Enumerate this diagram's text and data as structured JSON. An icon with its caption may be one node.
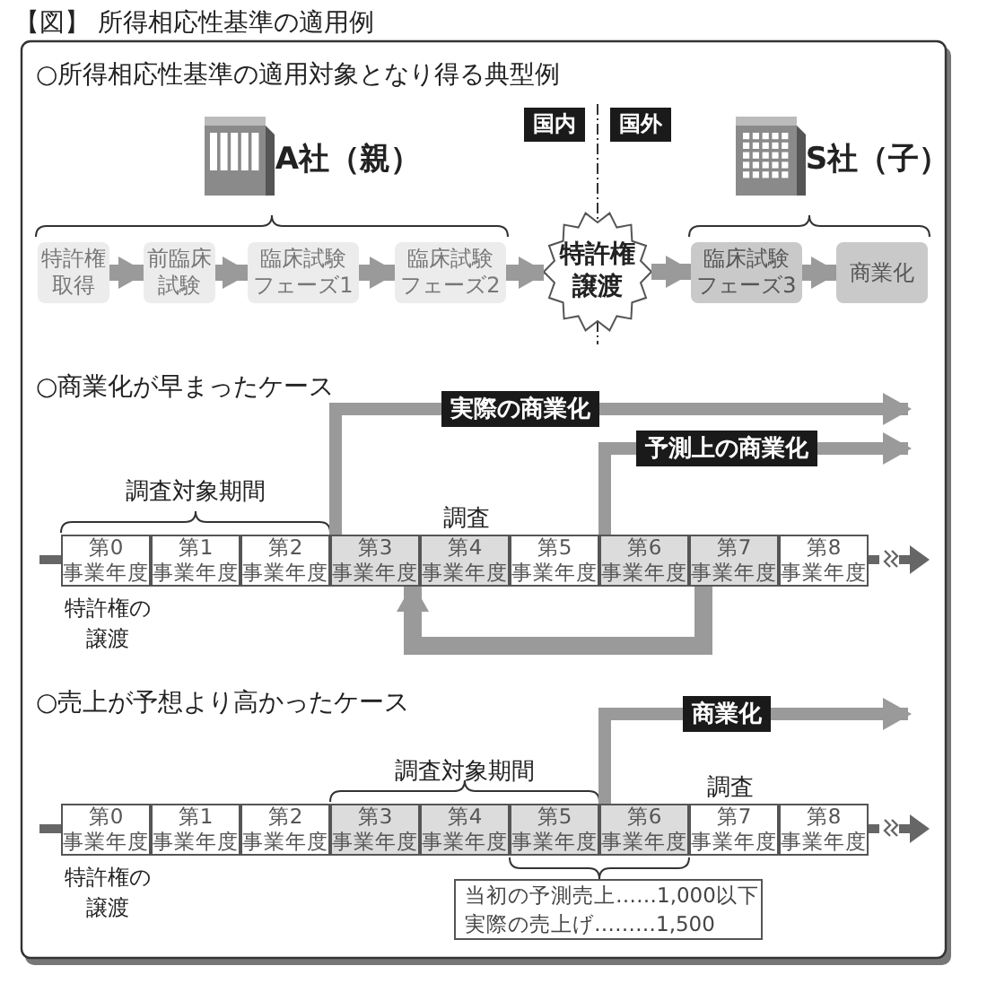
{
  "diagram": {
    "title": "【図】 所得相応性基準の適用例",
    "nodes": [
      {
        "text": [
          "A社（親）"
        ]
      },
      {
        "text": [
          "S社（子）"
        ]
      },
      {
        "text": [
          "特許権取得"
        ]
      },
      {
        "text": [
          "前臨床試験"
        ]
      },
      {
        "text": [
          "臨床試験フェーズ1"
        ]
      },
      {
        "text": [
          "臨床試験フェーズ2"
        ]
      },
      {
        "text": [
          "特許権譲渡"
        ]
      },
      {
        "text": [
          "臨床試験フェーズ3"
        ]
      },
      {
        "text": [
          "商業化"
        ]
      },
      {
        "text": [
          "第0",
          "事業年度"
        ],
        "beside": [
          "特許権の譲渡"
        ]
      },
      {
        "text": [
          "第1",
          "事業年度"
        ]
      },
      {
        "text": [
          "第2",
          "事業年度"
        ]
      },
      {
        "text": [
          "第3",
          "事業年度"
        ]
      },
      {
        "text": [
          "第4",
          "事業年度"
        ]
      },
      {
        "text": [
          "第5",
          "事業年度"
        ]
      },
      {
        "text": [
          "第6",
          "事業年度"
        ]
      },
      {
        "text": [
          "第7",
          "事業年度"
        ]
      },
      {
        "text": [
          "第8",
          "事業年度"
        ]
      },
      {
        "text": [
          "第0",
          "事業年度"
        ],
        "beside": [
          "特許権の譲渡"
        ]
      },
      {
        "text": [
          "第1",
          "事業年度"
        ]
      },
      {
        "text": [
          "第2",
          "事業年度"
        ]
      },
      {
        "text": [
          "第3",
          "事業年度"
        ]
      },
      {
        "text": [
          "第4",
          "事業年度"
        ]
      },
      {
        "text": [
          "第5",
          "事業年度"
        ]
      },
      {
        "text": [
          "第6",
          "事業年度"
        ]
      },
      {
        "text": [
          "第7",
          "事業年度"
        ]
      },
      {
        "text": [
          "第8",
          "事業年度"
        ]
      },
      {
        "text": [
          "当初の予測売上……1,000以下",
          "実際の売上げ………1,500"
        ]
      }
    ],
    "edges": [
      {
        "from": 2,
        "to": 3,
        "arrow": "to"
      },
      {
        "from": 3,
        "to": 4,
        "arrow": "to"
      },
      {
        "from": 4,
        "to": 5,
        "arrow": "to"
      },
      {
        "from": 5,
        "to": 6,
        "arrow": "to"
      },
      {
        "from": 6,
        "to": 7,
        "arrow": "to"
      },
      {
        "from": 7,
        "to": 8,
        "arrow": "to"
      },
      {
        "from": 12,
        "to": null,
        "arrow": "to",
        "label": "実際の商業化"
      },
      {
        "from": 15,
        "to": null,
        "arrow": "to",
        "label": "予測上の商業化"
      },
      {
        "from": 16,
        "to": 12,
        "arrow": "to"
      },
      {
        "from": 24,
        "to": null,
        "arrow": "to",
        "label": "商業化"
      }
    ],
    "labels": [
      "○所得相応性基準の適用対象となり得る典型例",
      "国内",
      "国外",
      "○商業化が早まったケース",
      "調査対象期間",
      "調査",
      "○売上が予想より高かったケース",
      "調査対象期間",
      "調査"
    ]
  }
}
